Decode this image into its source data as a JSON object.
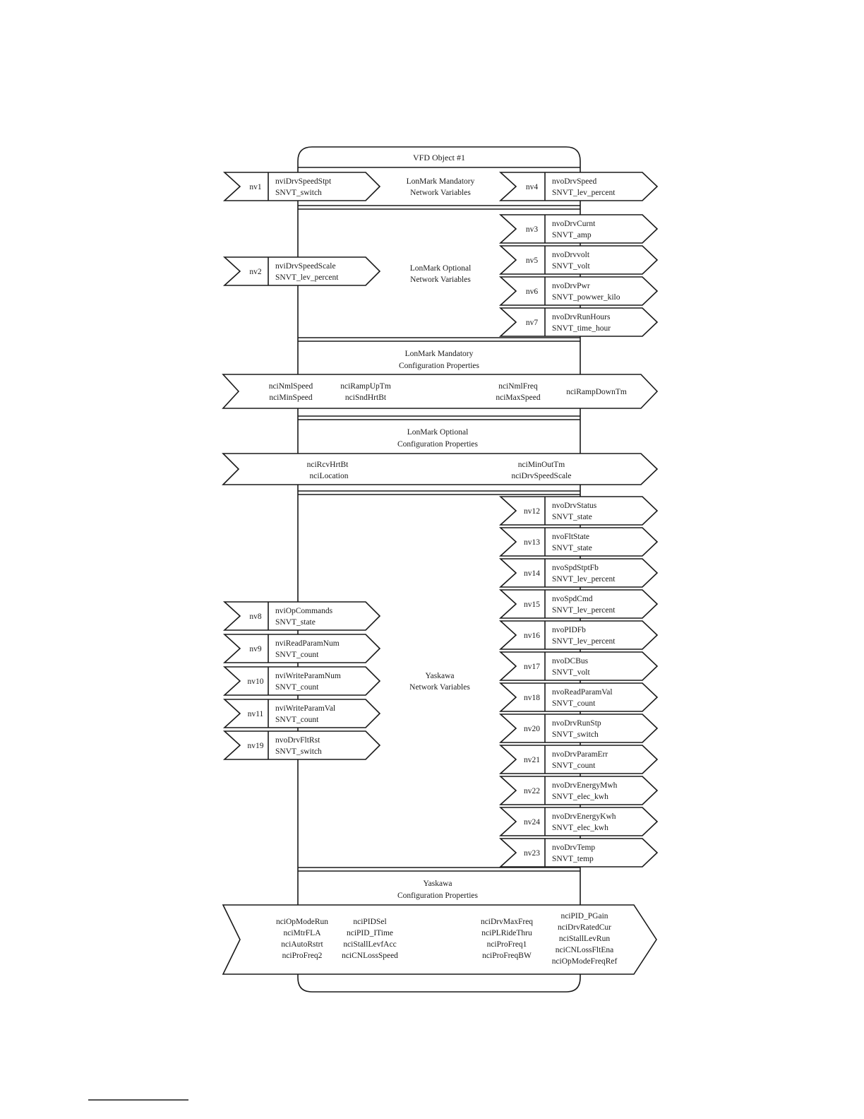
{
  "object_title": "VFD Object #1",
  "sections": [
    {
      "key": "mandatory_nv",
      "lines": [
        "LonMark Mandatory",
        "Network Variables"
      ]
    },
    {
      "key": "optional_nv",
      "lines": [
        "LonMark Optional",
        "Network Variables"
      ]
    },
    {
      "key": "mandatory_cp",
      "lines": [
        "LonMark Mandatory",
        "Configuration Properties"
      ]
    },
    {
      "key": "optional_cp",
      "lines": [
        "LonMark Optional",
        "Configuration Properties"
      ]
    },
    {
      "key": "yaskawa_nv",
      "lines": [
        "Yaskawa",
        "Network Variables"
      ]
    },
    {
      "key": "yaskawa_cp",
      "lines": [
        "Yaskawa",
        "Configuration Properties"
      ]
    }
  ],
  "inputs": [
    {
      "id": "nv1",
      "name": "nviDrvSpeedStpt",
      "type": "SNVT_switch"
    },
    {
      "id": "nv2",
      "name": "nviDrvSpeedScale",
      "type": "SNVT_lev_percent"
    },
    {
      "id": "nv8",
      "name": "nviOpCommands",
      "type": "SNVT_state"
    },
    {
      "id": "nv9",
      "name": "nviReadParamNum",
      "type": "SNVT_count"
    },
    {
      "id": "nv10",
      "name": "nviWriteParamNum",
      "type": "SNVT_count"
    },
    {
      "id": "nv11",
      "name": "nviWriteParamVal",
      "type": "SNVT_count"
    },
    {
      "id": "nv19",
      "name": "nvoDrvFltRst",
      "type": "SNVT_switch"
    }
  ],
  "outputs": [
    {
      "id": "nv4",
      "name": "nvoDrvSpeed",
      "type": "SNVT_lev_percent"
    },
    {
      "id": "nv3",
      "name": "nvoDrvCurnt",
      "type": "SNVT_amp"
    },
    {
      "id": "nv5",
      "name": "nvoDrvvolt",
      "type": "SNVT_volt"
    },
    {
      "id": "nv6",
      "name": "nvoDrvPwr",
      "type": "SNVT_powwer_kilo"
    },
    {
      "id": "nv7",
      "name": "nvoDrvRunHours",
      "type": "SNVT_time_hour"
    },
    {
      "id": "nv12",
      "name": "nvoDrvStatus",
      "type": "SNVT_state"
    },
    {
      "id": "nv13",
      "name": "nvoFltState",
      "type": "SNVT_state"
    },
    {
      "id": "nv14",
      "name": "nvoSpdStptFb",
      "type": "SNVT_lev_percent"
    },
    {
      "id": "nv15",
      "name": "nvoSpdCmd",
      "type": "SNVT_lev_percent"
    },
    {
      "id": "nv16",
      "name": "nvoPIDFb",
      "type": "SNVT_lev_percent"
    },
    {
      "id": "nv17",
      "name": "nvoDCBus",
      "type": "SNVT_volt"
    },
    {
      "id": "nv18",
      "name": "nvoReadParamVal",
      "type": "SNVT_count"
    },
    {
      "id": "nv20",
      "name": "nvoDrvRunStp",
      "type": "SNVT_switch"
    },
    {
      "id": "nv21",
      "name": "nvoDrvParamErr",
      "type": "SNVT_count"
    },
    {
      "id": "nv22",
      "name": "nvoDrvEnergyMwh",
      "type": "SNVT_elec_kwh"
    },
    {
      "id": "nv24",
      "name": "nvoDrvEnergyKwh",
      "type": "SNVT_elec_kwh"
    },
    {
      "id": "nv23",
      "name": "nvoDrvTemp",
      "type": "SNVT_temp"
    }
  ],
  "config_bands": [
    {
      "key": "mandatory_cp_band",
      "groups": [
        [
          "nciNmlSpeed",
          "nciMinSpeed"
        ],
        [
          "nciRampUpTm",
          "nciSndHrtBt"
        ],
        [
          "nciNmlFreq",
          "nciMaxSpeed"
        ],
        [
          "nciRampDownTm"
        ]
      ]
    },
    {
      "key": "optional_cp_band",
      "groups": [
        [
          "nciRcvHrtBt",
          "nciLocation"
        ],
        [
          "nciMinOutTm",
          "nciDrvSpeedScale"
        ]
      ]
    },
    {
      "key": "yaskawa_cp_band",
      "groups": [
        [
          "nciOpModeRun",
          "nciMtrFLA",
          "nciAutoRstrt",
          "nciProFreq2"
        ],
        [
          "nciPIDSel",
          "nciPID_ITime",
          "nciStallLevfAcc",
          "nciCNLossSpeed"
        ],
        [
          "nciDrvMaxFreq",
          "nciPLRideThru",
          "nciProFreq1",
          "nciProFreqBW"
        ],
        [
          "nciPID_PGain",
          "nciDrvRatedCur",
          "nciStallLevRun",
          "nciCNLossFltEna",
          "nciOpModeFreqRef"
        ]
      ]
    }
  ]
}
